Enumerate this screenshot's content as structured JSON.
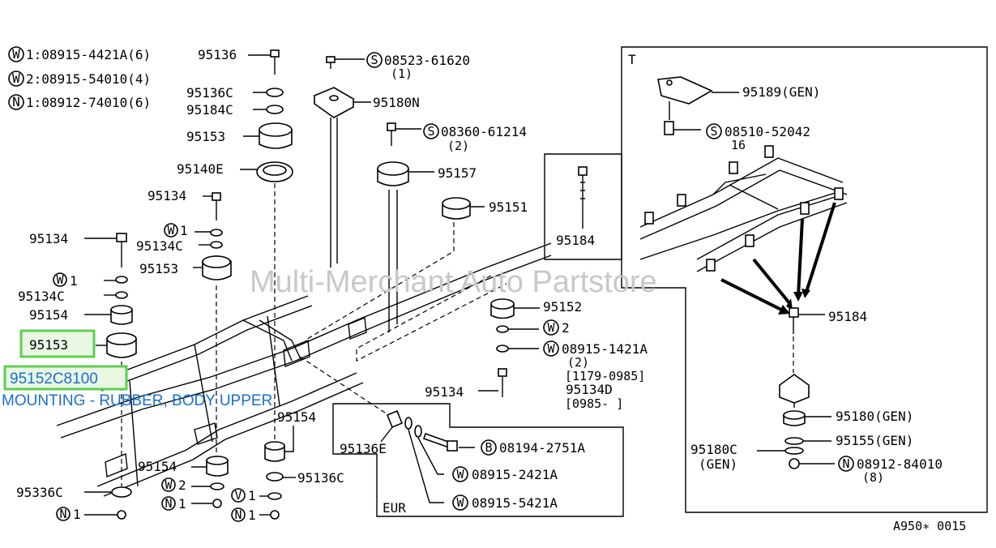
{
  "watermark": "Multi-Merchant Auto Partstore",
  "diagram_code": "A950∗ 0015",
  "selected": {
    "part_number": "95152C8100",
    "description": "MOUNTING - RUBBER, BODY UPPER",
    "ref": "95153"
  },
  "legend": [
    {
      "sym": "W",
      "text": "1:08915-4421A(6)"
    },
    {
      "sym": "W",
      "text": "2:08915-54010(4)"
    },
    {
      "sym": "N",
      "text": "1:08912-74010(6)"
    }
  ],
  "labels": {
    "p95136": "95136",
    "p95136c_top": "95136C",
    "p95184c": "95184C",
    "p95153_a": "95153",
    "p95140e": "95140E",
    "p95134_a": "95134",
    "p95134_b": "95134",
    "w1_a": "1",
    "p95134c_a": "95134C",
    "p95153_b": "95153",
    "w1_b": "1",
    "p95134c_b": "95134C",
    "p95154_a": "95154",
    "p95154_b": "95154",
    "p95154_c": "95154",
    "p95336c": "95336C",
    "n1_a": "1",
    "w2_a": "2",
    "n1_b": "1",
    "v1": "1",
    "n1_c": "1",
    "p95136c_bot": "95136C",
    "s1": "08523-61620",
    "s1_qty": "(1)",
    "p95180n": "95180N",
    "s2": "08360-61214",
    "s2_qty": "(2)",
    "p95157": "95157",
    "p95151": "95151",
    "p95152": "95152",
    "w2_b": "2",
    "w3": "08915-1421A",
    "w3_qty": "(2)",
    "w3_range": "[1179-0985]",
    "p95134d": "95134D",
    "p95134d_range": "[0985-   ]",
    "p95134_c": "95134",
    "p95136e": "95136E",
    "b1": "08194-2751A",
    "w4": "08915-2421A",
    "w5": "08915-5421A",
    "eur": "EUR",
    "t": "T",
    "p95189": "95189(GEN)",
    "s3": "08510-52042",
    "s3_qty": "16",
    "p95184_inset": "95184",
    "p95184": "95184",
    "p95180gen": "95180(GEN)",
    "p95155gen": "95155(GEN)",
    "p95180c": "95180C",
    "p95180c_gen": "(GEN)",
    "n2": "08912-84010",
    "n2_qty": "(8)"
  }
}
